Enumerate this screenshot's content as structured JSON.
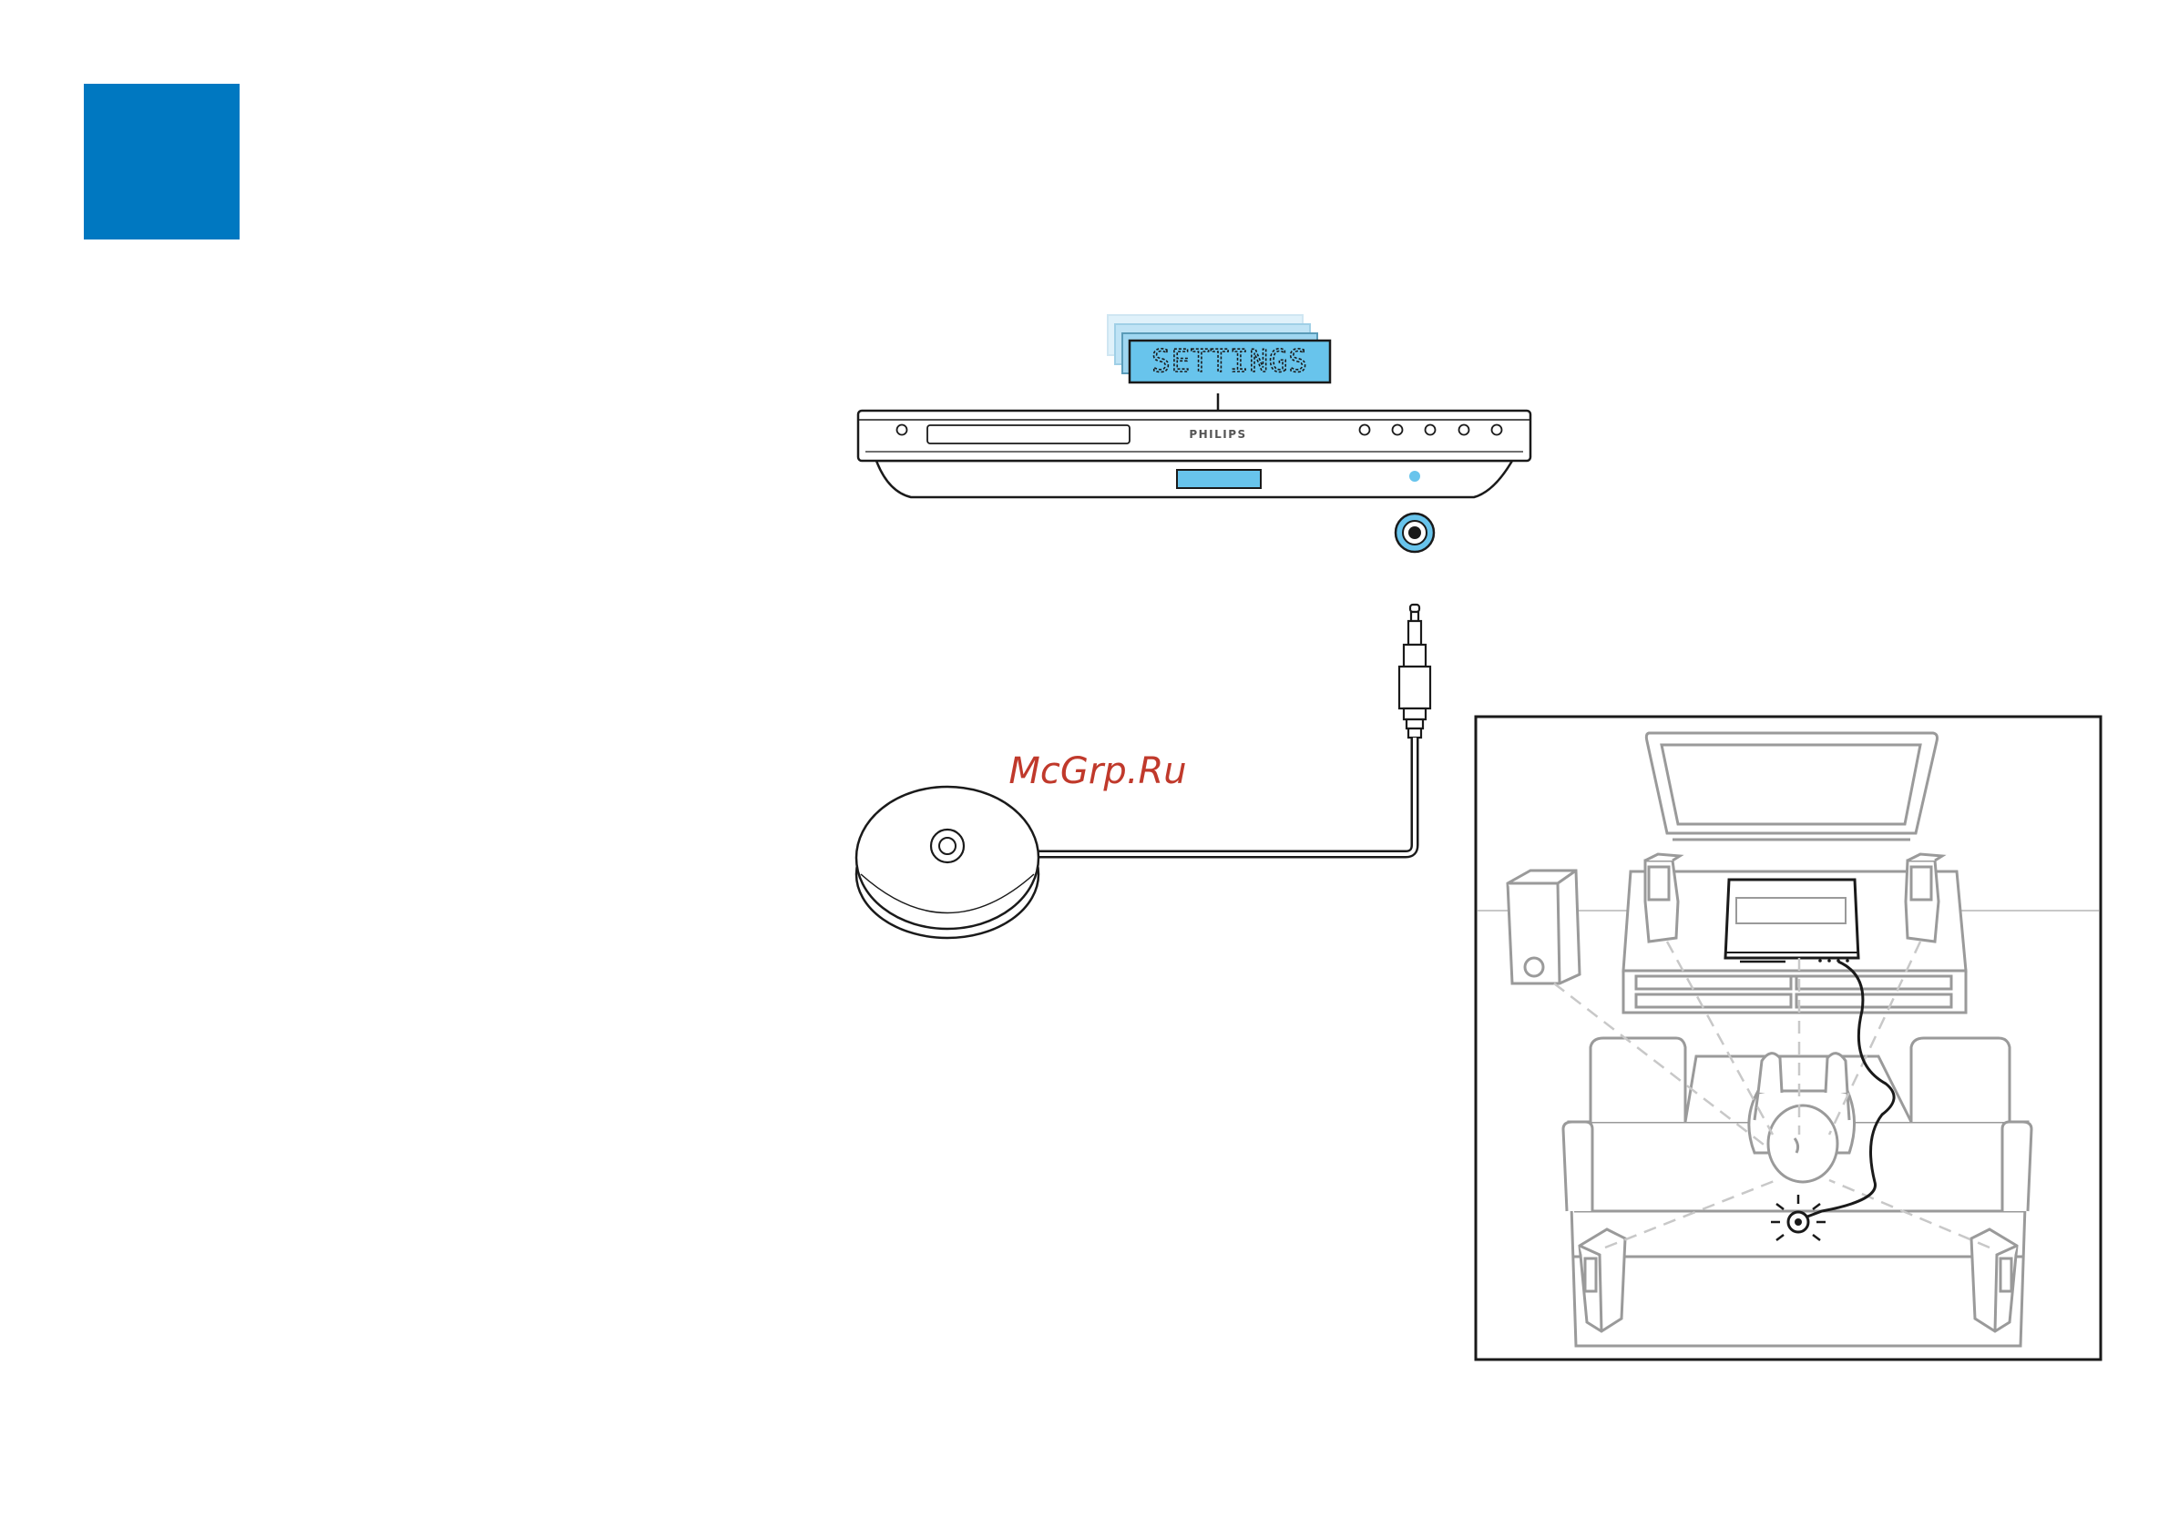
{
  "colors": {
    "accent_blue": "#0078C1",
    "light_blue": "#68C4EC",
    "line_gray": "#bdbdbd",
    "watermark_red": "#c0392b"
  },
  "corner_block": {
    "icon": "blue-square"
  },
  "display_panel": {
    "text": "SETTINGS"
  },
  "player": {
    "brand": "PHILIPS"
  },
  "watermark": {
    "text": "McGrp.Ru"
  }
}
